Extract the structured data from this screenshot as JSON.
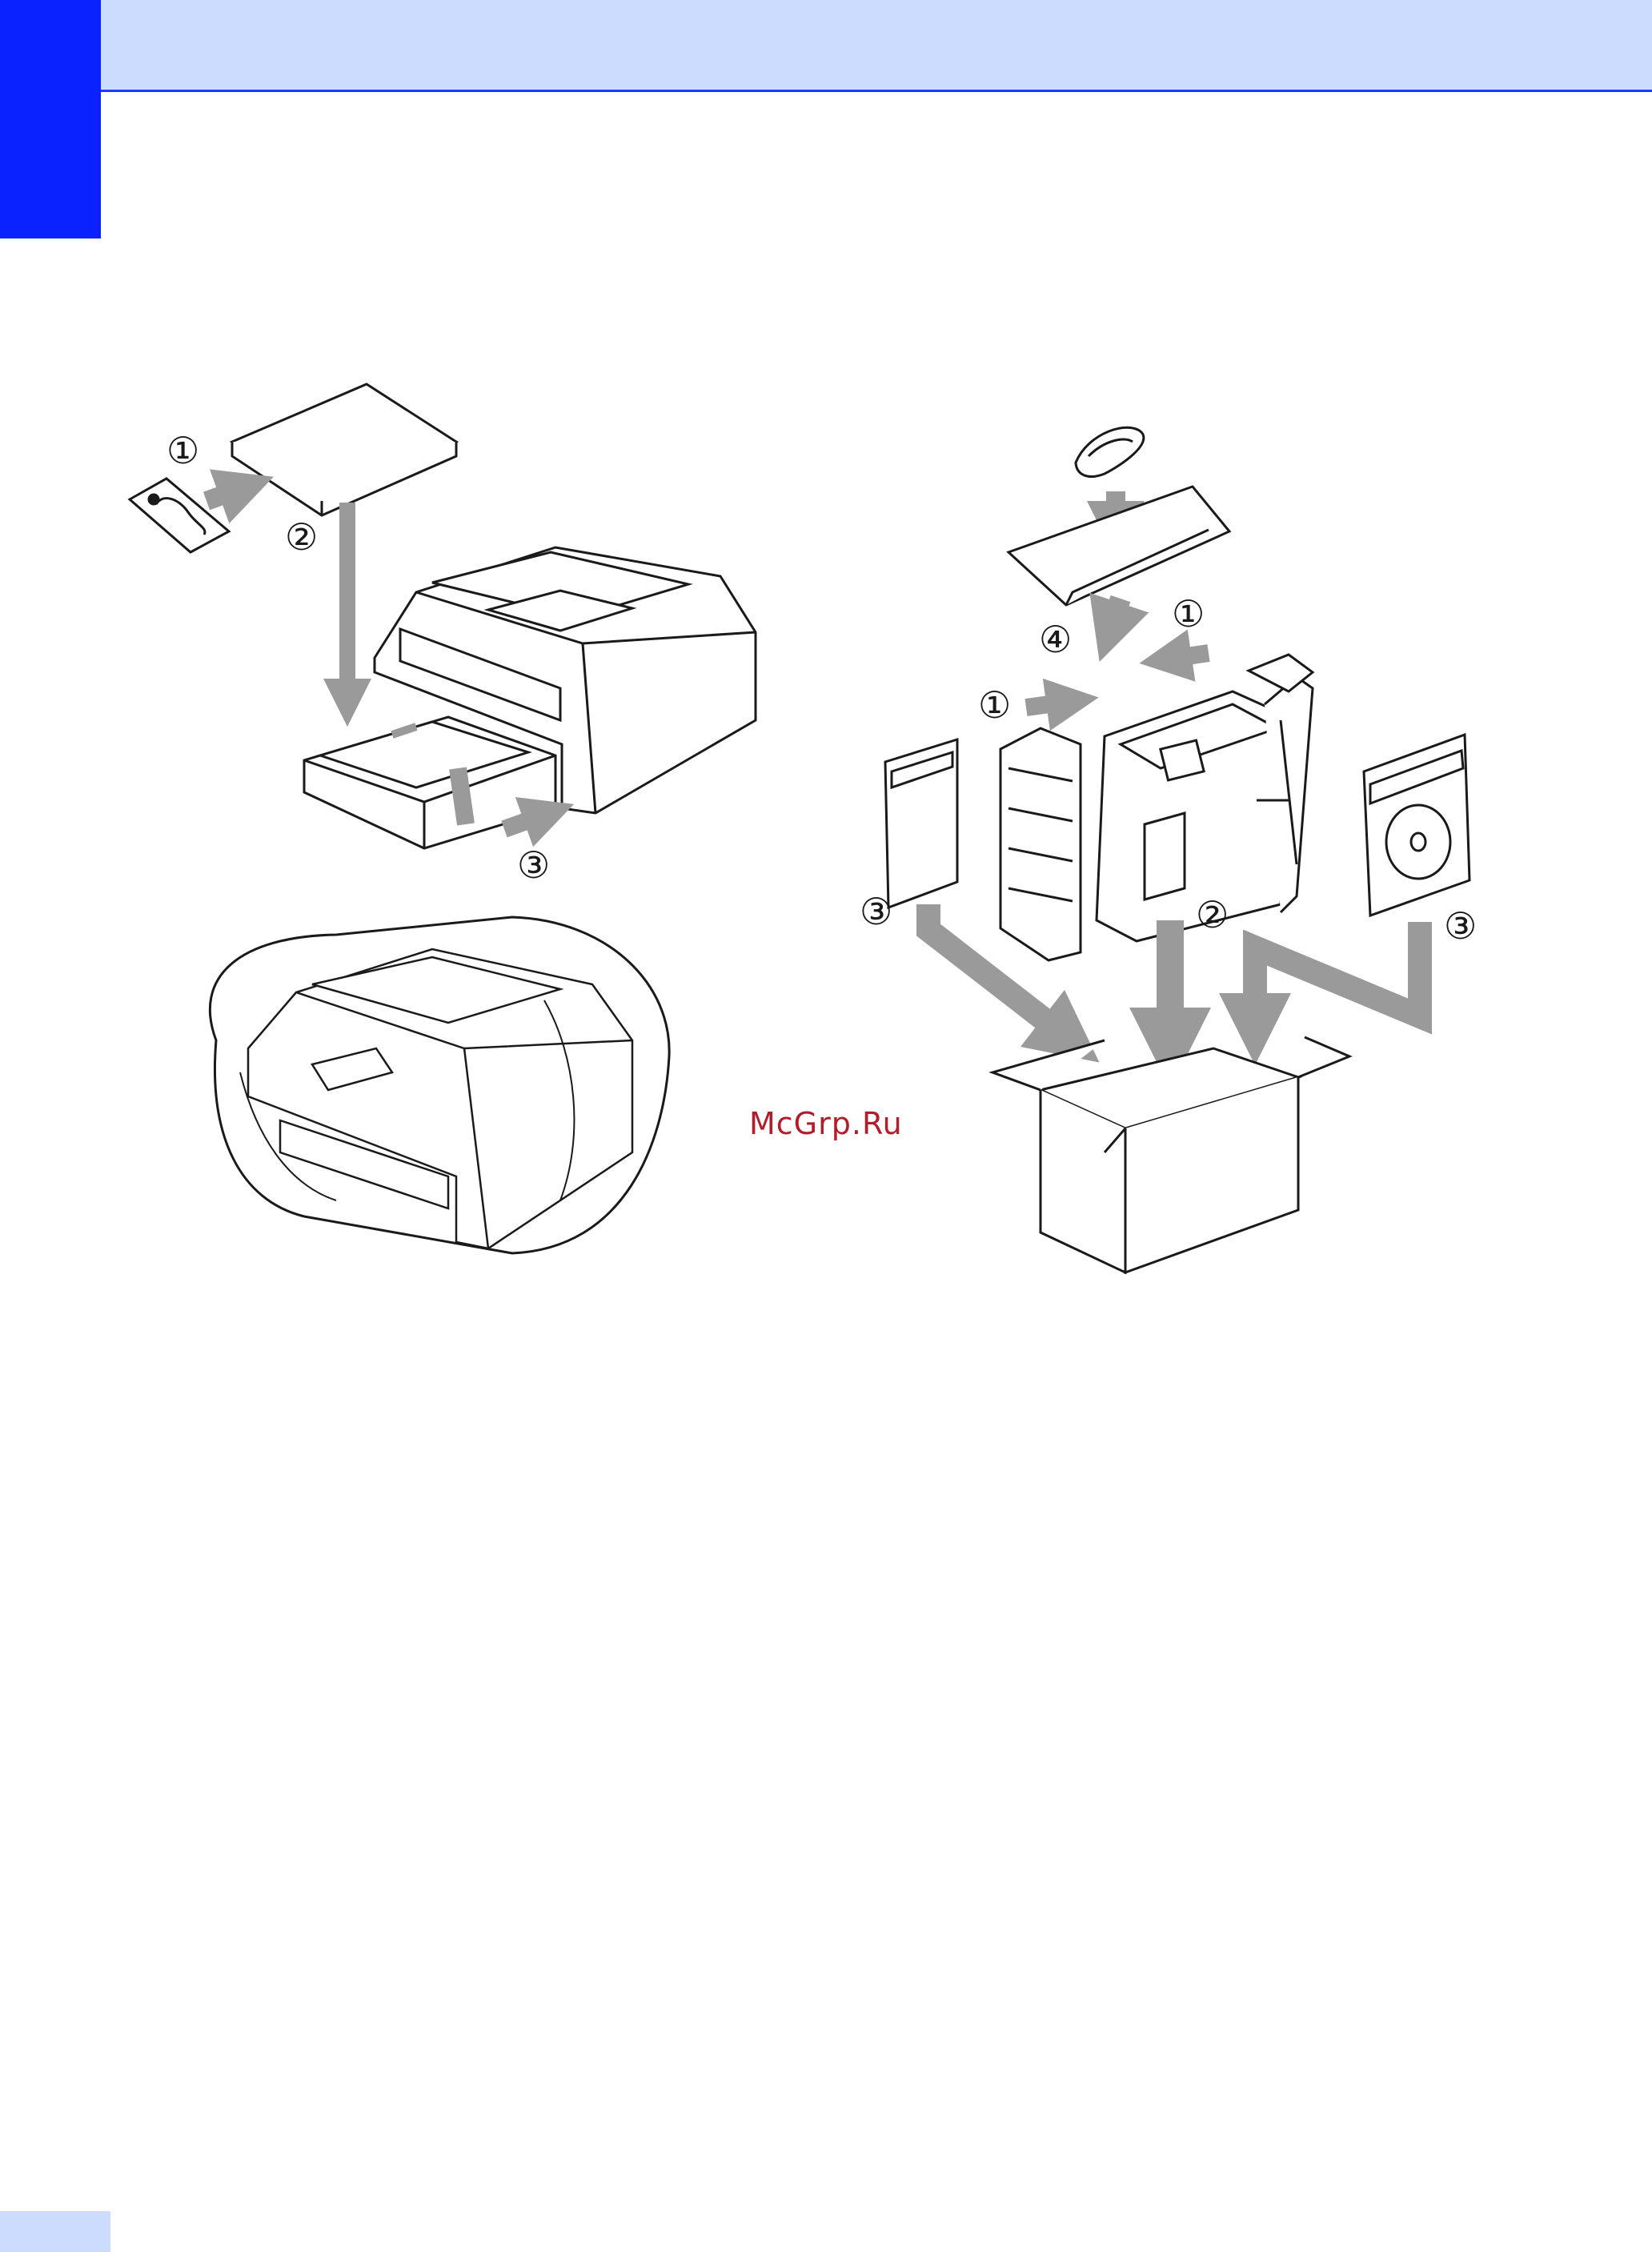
{
  "colors": {
    "header_band": "#ccdcff",
    "header_line": "#1a3cff",
    "side_tab": "#0a22ff",
    "arrow_gray": "#9a9a9a",
    "line_art": "#1a1a1a",
    "watermark": "#b11d2b"
  },
  "callouts": {
    "left_1": "①",
    "left_2": "②",
    "left_3": "③",
    "right_1a": "①",
    "right_1b": "①",
    "right_2": "②",
    "right_3a": "③",
    "right_3b": "③",
    "right_4": "④"
  },
  "watermark": {
    "text": "McGrp.Ru"
  }
}
